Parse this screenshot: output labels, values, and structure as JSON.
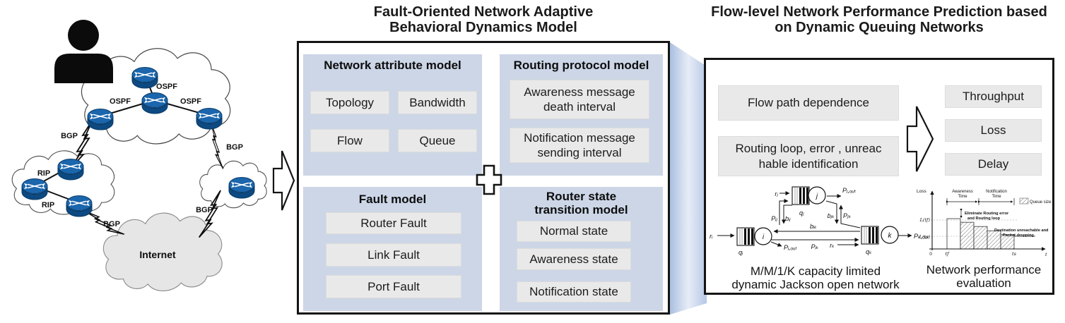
{
  "left_topology": {
    "protocols": {
      "ospf": "OSPF",
      "bgp": "BGP",
      "rip": "RIP"
    },
    "internet_label": "Internet"
  },
  "fault_model_section": {
    "title_lines": [
      "Fault-Oriented Network Adaptive",
      "Behavioral Dynamics Model"
    ],
    "panels": {
      "network_attribute": {
        "header": "Network attribute model",
        "items": [
          "Topology",
          "Bandwidth",
          "Flow",
          "Queue"
        ]
      },
      "routing_protocol": {
        "header": "Routing protocol model",
        "items": [
          "Awareness message death interval",
          "Notification message sending interval"
        ]
      },
      "fault": {
        "header": "Fault model",
        "items": [
          "Router Fault",
          "Link Fault",
          "Port Fault"
        ]
      },
      "router_state": {
        "header_lines": [
          "Router state",
          "transition model"
        ],
        "items": [
          "Normal state",
          "Awareness state",
          "Notification state"
        ]
      }
    }
  },
  "prediction_section": {
    "title_lines": [
      "Flow-level Network Performance Prediction based",
      "on Dynamic Queuing Networks"
    ],
    "inputs": [
      "Flow path dependence",
      "Routing loop, error , unreac hable identification"
    ],
    "outputs": [
      "Throughput",
      "Loss",
      "Delay"
    ],
    "queue_network": {
      "caption_lines": [
        "M/M/1/K capacity limited",
        "dynamic Jackson open network"
      ],
      "labels": {
        "r_i": "rᵢ",
        "r_j": "rⱼ",
        "r_k": "rₖ",
        "q_i": "qᵢ",
        "q_j": "qⱼ",
        "q_k": "qₖ",
        "node_i": "i",
        "node_j": "j",
        "node_k": "k",
        "P_i_out": "Pᵢ,ₒᵤₜ",
        "P_j_out": "Pⱼ,ₒᵤₜ",
        "P_k_out": "Pₖ,ₒᵤₜ",
        "P_ij": "Pᵢⱼ",
        "b_ij": "bᵢⱼ",
        "b_jk": "bⱼₖ",
        "P_jk": "Pⱼₖ",
        "b_ik": "bᵢₖ",
        "P_ik": "Pᵢₖ"
      }
    },
    "evaluation_chart": {
      "caption_lines": [
        "Network performance",
        "evaluation"
      ],
      "ylabel": "Loss",
      "xlabel": "t",
      "y_tick_labels": [
        "L(tf)",
        "L(ts)"
      ],
      "x_tick_labels": [
        "0",
        "tf",
        "ts"
      ],
      "interval_labels": [
        [
          "Awareness",
          "Time"
        ],
        [
          "Notification",
          "Time"
        ]
      ],
      "legend_label": "Queue size",
      "annotation_top_lines": [
        "Eliminate Routing error",
        "and Routing loop"
      ],
      "annotation_bottom_lines": [
        "Destination unreachable and",
        "Packet dropping"
      ],
      "step_heights": [
        1.0,
        0.88,
        0.74,
        0.6,
        0.47
      ],
      "final_level": 0.42
    }
  },
  "colors": {
    "panel_blue": "#ccd6e7",
    "item_gray": "#e9e9e9",
    "router_blue": "#1b66ac",
    "ribbon_blue": "#b0c2e2"
  }
}
